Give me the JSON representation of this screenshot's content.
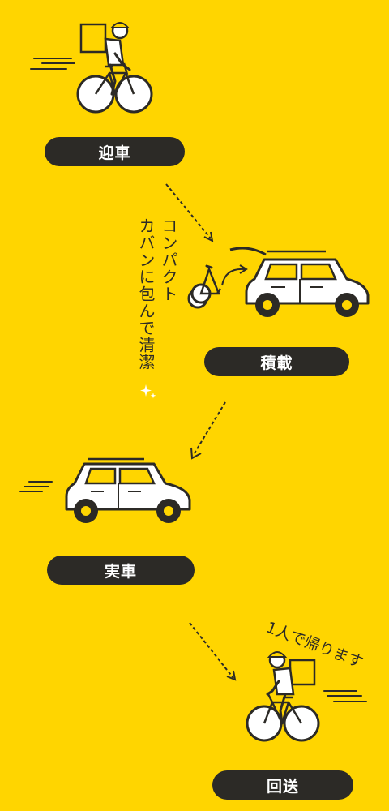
{
  "steps": [
    {
      "label": "迎車"
    },
    {
      "label": "積載"
    },
    {
      "label": "実車"
    },
    {
      "label": "回送"
    }
  ],
  "notes": {
    "compact_line1": "コンパクト",
    "compact_line2": "カバンに包んで清潔",
    "return_alone": "1人で帰ります"
  },
  "colors": {
    "background": "#FFD500",
    "ink": "#2C2A26",
    "car_body": "#FFFFFF",
    "accent_yellow": "#FFD500"
  }
}
